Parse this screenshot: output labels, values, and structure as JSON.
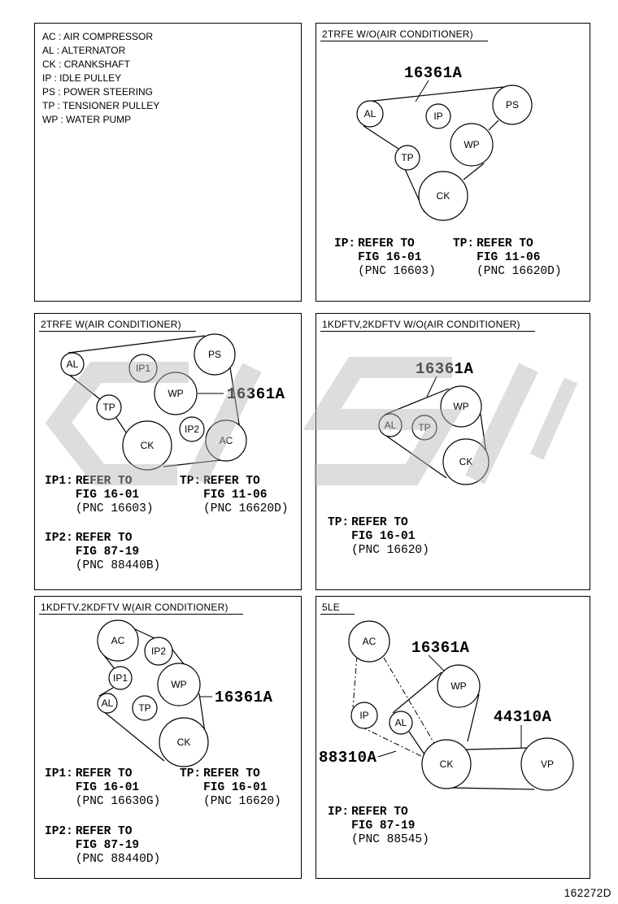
{
  "doc": {
    "number": "162272D"
  },
  "colors": {
    "ink": "#000000",
    "watermark": "#b5b5b5"
  },
  "legend": {
    "items": {
      "ac": "AC : AIR COMPRESSOR",
      "al": "AL : ALTERNATOR",
      "ck": "CK : CRANKSHAFT",
      "ip": "IP : IDLE PULLEY",
      "ps": "PS : POWER STEERING",
      "tp": "TP : TENSIONER PULLEY",
      "wp": "WP : WATER PUMP"
    }
  },
  "panels": {
    "trfe_wo_ac": {
      "header": "2TRFE  W/O(AIR CONDITIONER)",
      "belt_label": "16361A",
      "pulleys": {
        "al": "AL",
        "ip": "IP",
        "ps": "PS",
        "tp": "TP",
        "wp": "WP",
        "ck": "CK"
      },
      "notes": {
        "ip": {
          "prefix": "IP:",
          "ref": "REFER TO",
          "fig": "FIG 16-01",
          "pnc": "(PNC 16603)"
        },
        "tp": {
          "prefix": "TP:",
          "ref": "REFER TO",
          "fig": "FIG 11-06",
          "pnc": "(PNC 16620D)"
        }
      }
    },
    "trfe_w_ac": {
      "header": "2TRFE  W(AIR CONDITIONER)",
      "belt_label": "16361A",
      "pulleys": {
        "al": "AL",
        "ip1": "IP1",
        "ps": "PS",
        "wp": "WP",
        "tp": "TP",
        "ip2": "IP2",
        "ck": "CK",
        "ac": "AC"
      },
      "notes": {
        "ip1": {
          "prefix": "IP1:",
          "ref": "REFER TO",
          "fig": "FIG 16-01",
          "pnc": "(PNC 16603)"
        },
        "tp": {
          "prefix": "TP:",
          "ref": "REFER TO",
          "fig": "FIG 11-06",
          "pnc": "(PNC 16620D)"
        },
        "ip2": {
          "prefix": "IP2:",
          "ref": "REFER TO",
          "fig": "FIG 87-19",
          "pnc": "(PNC 88440B)"
        }
      }
    },
    "kd_wo_ac": {
      "header": "1KDFTV,2KDFTV  W/O(AIR CONDITIONER)",
      "belt_label": "16361A",
      "pulleys": {
        "wp": "WP",
        "al": "AL",
        "tp": "TP",
        "ck": "CK"
      },
      "notes": {
        "tp": {
          "prefix": "TP:",
          "ref": "REFER TO",
          "fig": "FIG 16-01",
          "pnc": "(PNC 16620)"
        }
      }
    },
    "kd_w_ac": {
      "header": "1KDFTV.2KDFTV  W(AIR CONDITIONER)",
      "belt_label": "16361A",
      "pulleys": {
        "ac": "AC",
        "ip2": "IP2",
        "ip1": "IP1",
        "wp": "WP",
        "al": "AL",
        "tp": "TP",
        "ck": "CK"
      },
      "notes": {
        "ip1": {
          "prefix": "IP1:",
          "ref": "REFER TO",
          "fig": "FIG 16-01",
          "pnc": "(PNC 16630G)"
        },
        "tp": {
          "prefix": "TP:",
          "ref": "REFER TO",
          "fig": "FIG 16-01",
          "pnc": "(PNC 16620)"
        },
        "ip2": {
          "prefix": "IP2:",
          "ref": "REFER TO",
          "fig": "FIG 87-19",
          "pnc": "(PNC 88440D)"
        }
      }
    },
    "le5": {
      "header": "5LE",
      "belt_label": "16361A",
      "vp_belt_label": "44310A",
      "compressor_belt_label": "88310A",
      "pulleys": {
        "ac": "AC",
        "wp": "WP",
        "ip": "IP",
        "al": "AL",
        "ck": "CK",
        "vp": "VP"
      },
      "notes": {
        "ip": {
          "prefix": "IP:",
          "ref": "REFER TO",
          "fig": "FIG 87-19",
          "pnc": "(PNC 88545)"
        }
      }
    }
  }
}
